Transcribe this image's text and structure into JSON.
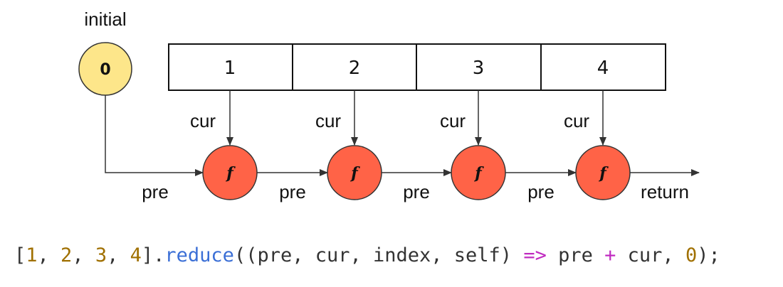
{
  "diagram": {
    "initial_label": "initial",
    "initial_value": "0",
    "array_cells": [
      "1",
      "2",
      "3",
      "4"
    ],
    "cur_label": "cur",
    "pre_label": "pre",
    "function_symbol": "f",
    "return_label": "return",
    "colors": {
      "initial_fill": "#fde68a",
      "initial_stroke": "#333333",
      "function_fill": "#ff6347",
      "function_stroke": "#333333",
      "line": "#333333"
    }
  },
  "code": {
    "open": "[",
    "n1": "1",
    "sep1": ", ",
    "n2": "2",
    "sep2": ", ",
    "n3": "3",
    "sep3": ", ",
    "n4": "4",
    "close_dot": "].",
    "method": "reduce",
    "params": "((pre, cur, index, self) ",
    "arrow": "=>",
    "pre_ref": " pre ",
    "plus": "+",
    "cur_ref": " cur, ",
    "init": "0",
    "end": ");"
  }
}
